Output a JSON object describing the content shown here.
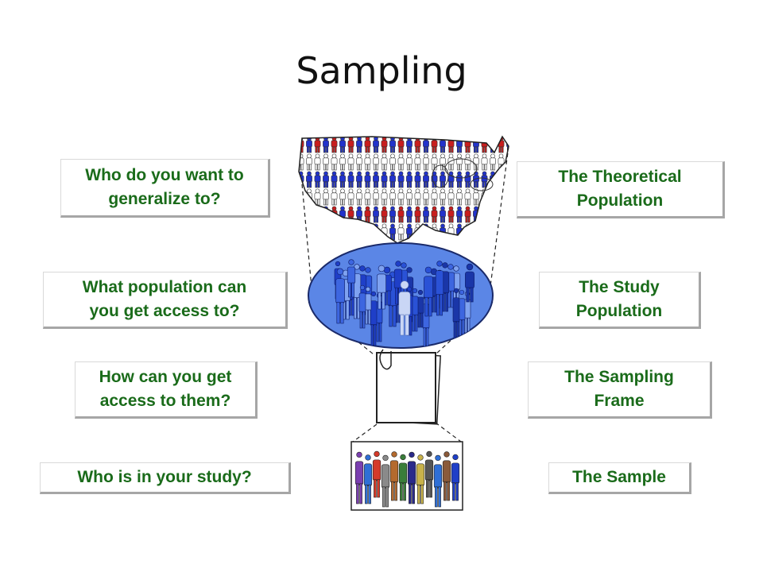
{
  "title": "Sampling",
  "questions": [
    "Who do you want to\ngeneralize to?",
    "What population can\nyou get access to?",
    "How can you get\naccess to them?",
    "Who is in your study?"
  ],
  "answers": [
    "The Theoretical\nPopulation",
    "The Study\nPopulation",
    "The Sampling\nFrame",
    "The Sample"
  ],
  "colors": {
    "label_text": "#1a6b1a",
    "flag_red": "#c81e1e",
    "flag_blue": "#2233cc",
    "ellipse_fill": "#5b86e6",
    "people_blue": "#1f3fc8"
  }
}
